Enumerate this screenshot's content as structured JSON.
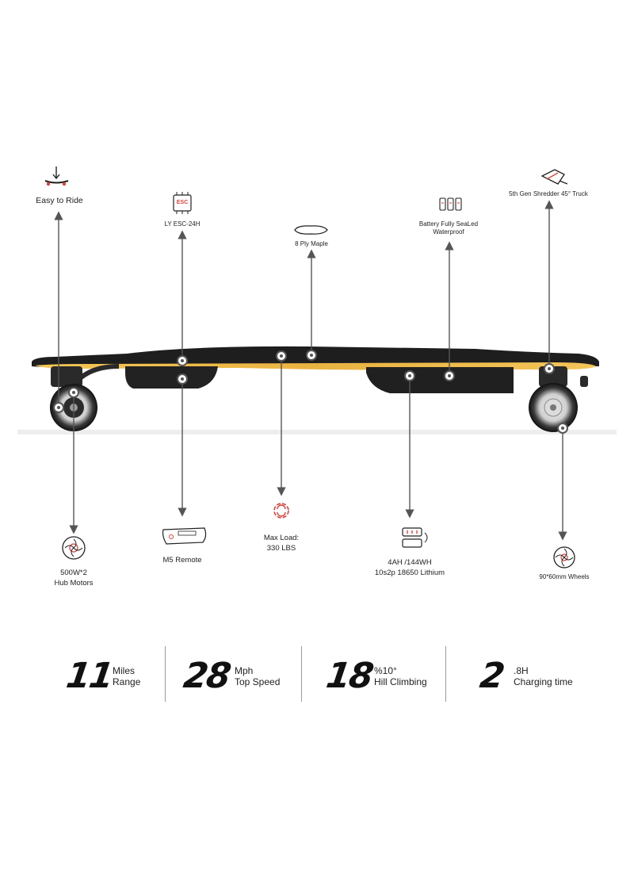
{
  "features": {
    "easy_to_ride": "Easy to Ride",
    "esc": "LY ESC-24H",
    "esc_chip_text": "ESC",
    "maple": "8 Ply Maple",
    "battery_l1": "Battery Fully SeaLed",
    "battery_l2": "Waterproof",
    "truck": "5th Gen Shredder 45° Truck",
    "motors_l1": "500W*2",
    "motors_l2": "Hub Motors",
    "remote": "M5 Remote",
    "load_l1": "Max Load:",
    "load_l2": "330 LBS",
    "pack_l1": "4AH /144WH",
    "pack_l2": "10s2p 18650 Lithium",
    "wheels": "90*60mm Wheels"
  },
  "stats": [
    {
      "value": "11",
      "unit_l1": "Miles",
      "unit_l2": "Range"
    },
    {
      "value": "28",
      "unit_l1": "Mph",
      "unit_l2": "Top Speed"
    },
    {
      "value": "18",
      "unit_l1": "%10°",
      "unit_l2": "Hill Climbing"
    },
    {
      "value": "2",
      "unit_l1": ".8H",
      "unit_l2": "Charging time"
    }
  ],
  "colors": {
    "deck_wood": "#e8b43c",
    "deck_black": "#1e1e1e",
    "accent_red": "#d8433a",
    "line_gray": "#555555"
  }
}
